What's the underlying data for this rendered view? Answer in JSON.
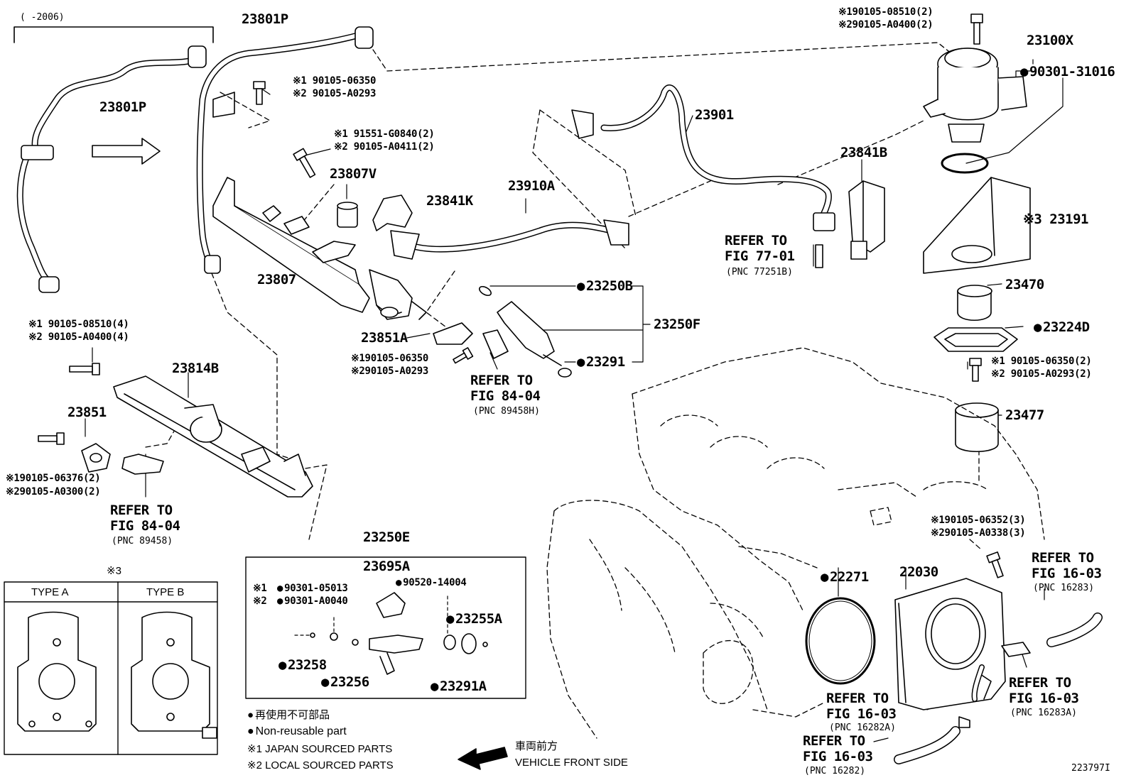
{
  "period_label": "(   -2006)",
  "diagram_id": "223797I",
  "parts": {
    "p23801P_top": "23801P",
    "p23801P_left": "23801P",
    "p23807V": "23807V",
    "p23807": "23807",
    "p23841K": "23841K",
    "p23910A": "23910A",
    "p23901": "23901",
    "p23841B": "23841B",
    "p23100X": "23100X",
    "p90301_31016": "90301-31016",
    "p23191": "※3 23191",
    "p23470": "23470",
    "p23224D": "23224D",
    "p23477": "23477",
    "p23250B": "23250B",
    "p23250F": "23250F",
    "p23291": "23291",
    "p23851A": "23851A",
    "p23814B": "23814B",
    "p23851": "23851",
    "p23250E": "23250E",
    "p23695A": "23695A",
    "p90520_14004": "90520-14004",
    "p23255A": "23255A",
    "p23258": "23258",
    "p23256": "23256",
    "p23291A": "23291A",
    "p22271": "22271",
    "p22030": "22030"
  },
  "bolts": {
    "b1_a": "※1 90105-06350",
    "b1_b": "※2 90105-A0293",
    "b2_a": "※1 91551-G0840(2)",
    "b2_b": "※2 90105-A0411(2)",
    "b3_a": "※190105-08510(2)",
    "b3_b": "※290105-A0400(2)",
    "b4_a": "※1 90105-08510(4)",
    "b4_b": "※2 90105-A0400(4)",
    "b5_a": "※190105-06350",
    "b5_b": "※290105-A0293",
    "b6_a": "※190105-06376(2)",
    "b6_b": "※290105-A0300(2)",
    "b7_a": "※1 90105-06350(2)",
    "b7_b": "※2 90105-A0293(2)",
    "b8_a": "※190105-06352(3)",
    "b8_b": "※290105-A0338(3)",
    "b9_a": "※1",
    "b9_a_num": "90301-05013",
    "b9_b": "※2",
    "b9_b_num": "90301-A0040"
  },
  "refs": [
    {
      "line1": "REFER TO",
      "line2": "FIG 77-01",
      "pnc": "(PNC 77251B)"
    },
    {
      "line1": "REFER TO",
      "line2": "FIG 84-04",
      "pnc": "(PNC 89458H)"
    },
    {
      "line1": "REFER TO",
      "line2": "FIG 84-04",
      "pnc": "(PNC 89458)"
    },
    {
      "line1": "REFER TO",
      "line2": "FIG 16-03",
      "pnc": "(PNC 16283)"
    },
    {
      "line1": "REFER TO",
      "line2": "FIG 16-03",
      "pnc": "(PNC 16283A)"
    },
    {
      "line1": "REFER TO",
      "line2": "FIG 16-03",
      "pnc": "(PNC 16282A)"
    },
    {
      "line1": "REFER TO",
      "line2": "FIG 16-03",
      "pnc": "(PNC 16282)"
    }
  ],
  "type_box": {
    "note": "※3",
    "type_a": "TYPE A",
    "type_b": "TYPE B"
  },
  "legend": {
    "non_reusable_jp": "再使用不可部品",
    "non_reusable_en": "Non-reusable part",
    "japan": "※1 JAPAN SOURCED PARTS",
    "local": "※2 LOCAL SOURCED PARTS"
  },
  "front": {
    "jp": "車両前方",
    "en": "VEHICLE FRONT SIDE"
  }
}
